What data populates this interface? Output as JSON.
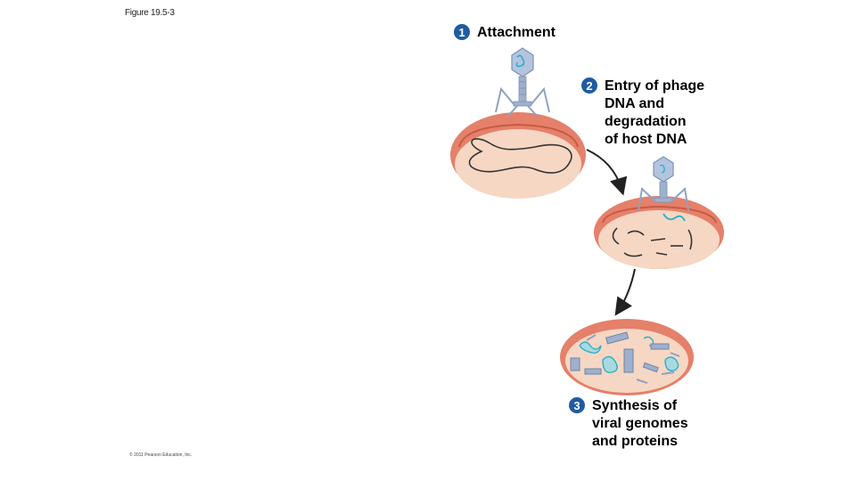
{
  "figure_label": "Figure 19.5-3",
  "copyright": "© 2011 Pearson Education, Inc.",
  "steps": [
    {
      "number": "1",
      "text": "Attachment"
    },
    {
      "number": "2",
      "text": "Entry of phage\nDNA and\ndegradation\nof host DNA"
    },
    {
      "number": "3",
      "text": "Synthesis of\nviral genomes\nand proteins"
    }
  ],
  "colors": {
    "badge": "#1f5c9f",
    "cell_wall": "#e0765a",
    "cell_interior": "#f5d6c0",
    "phage": "#a8b8d4",
    "phage_dna": "#2ab0c8",
    "host_dna": "#333333"
  }
}
